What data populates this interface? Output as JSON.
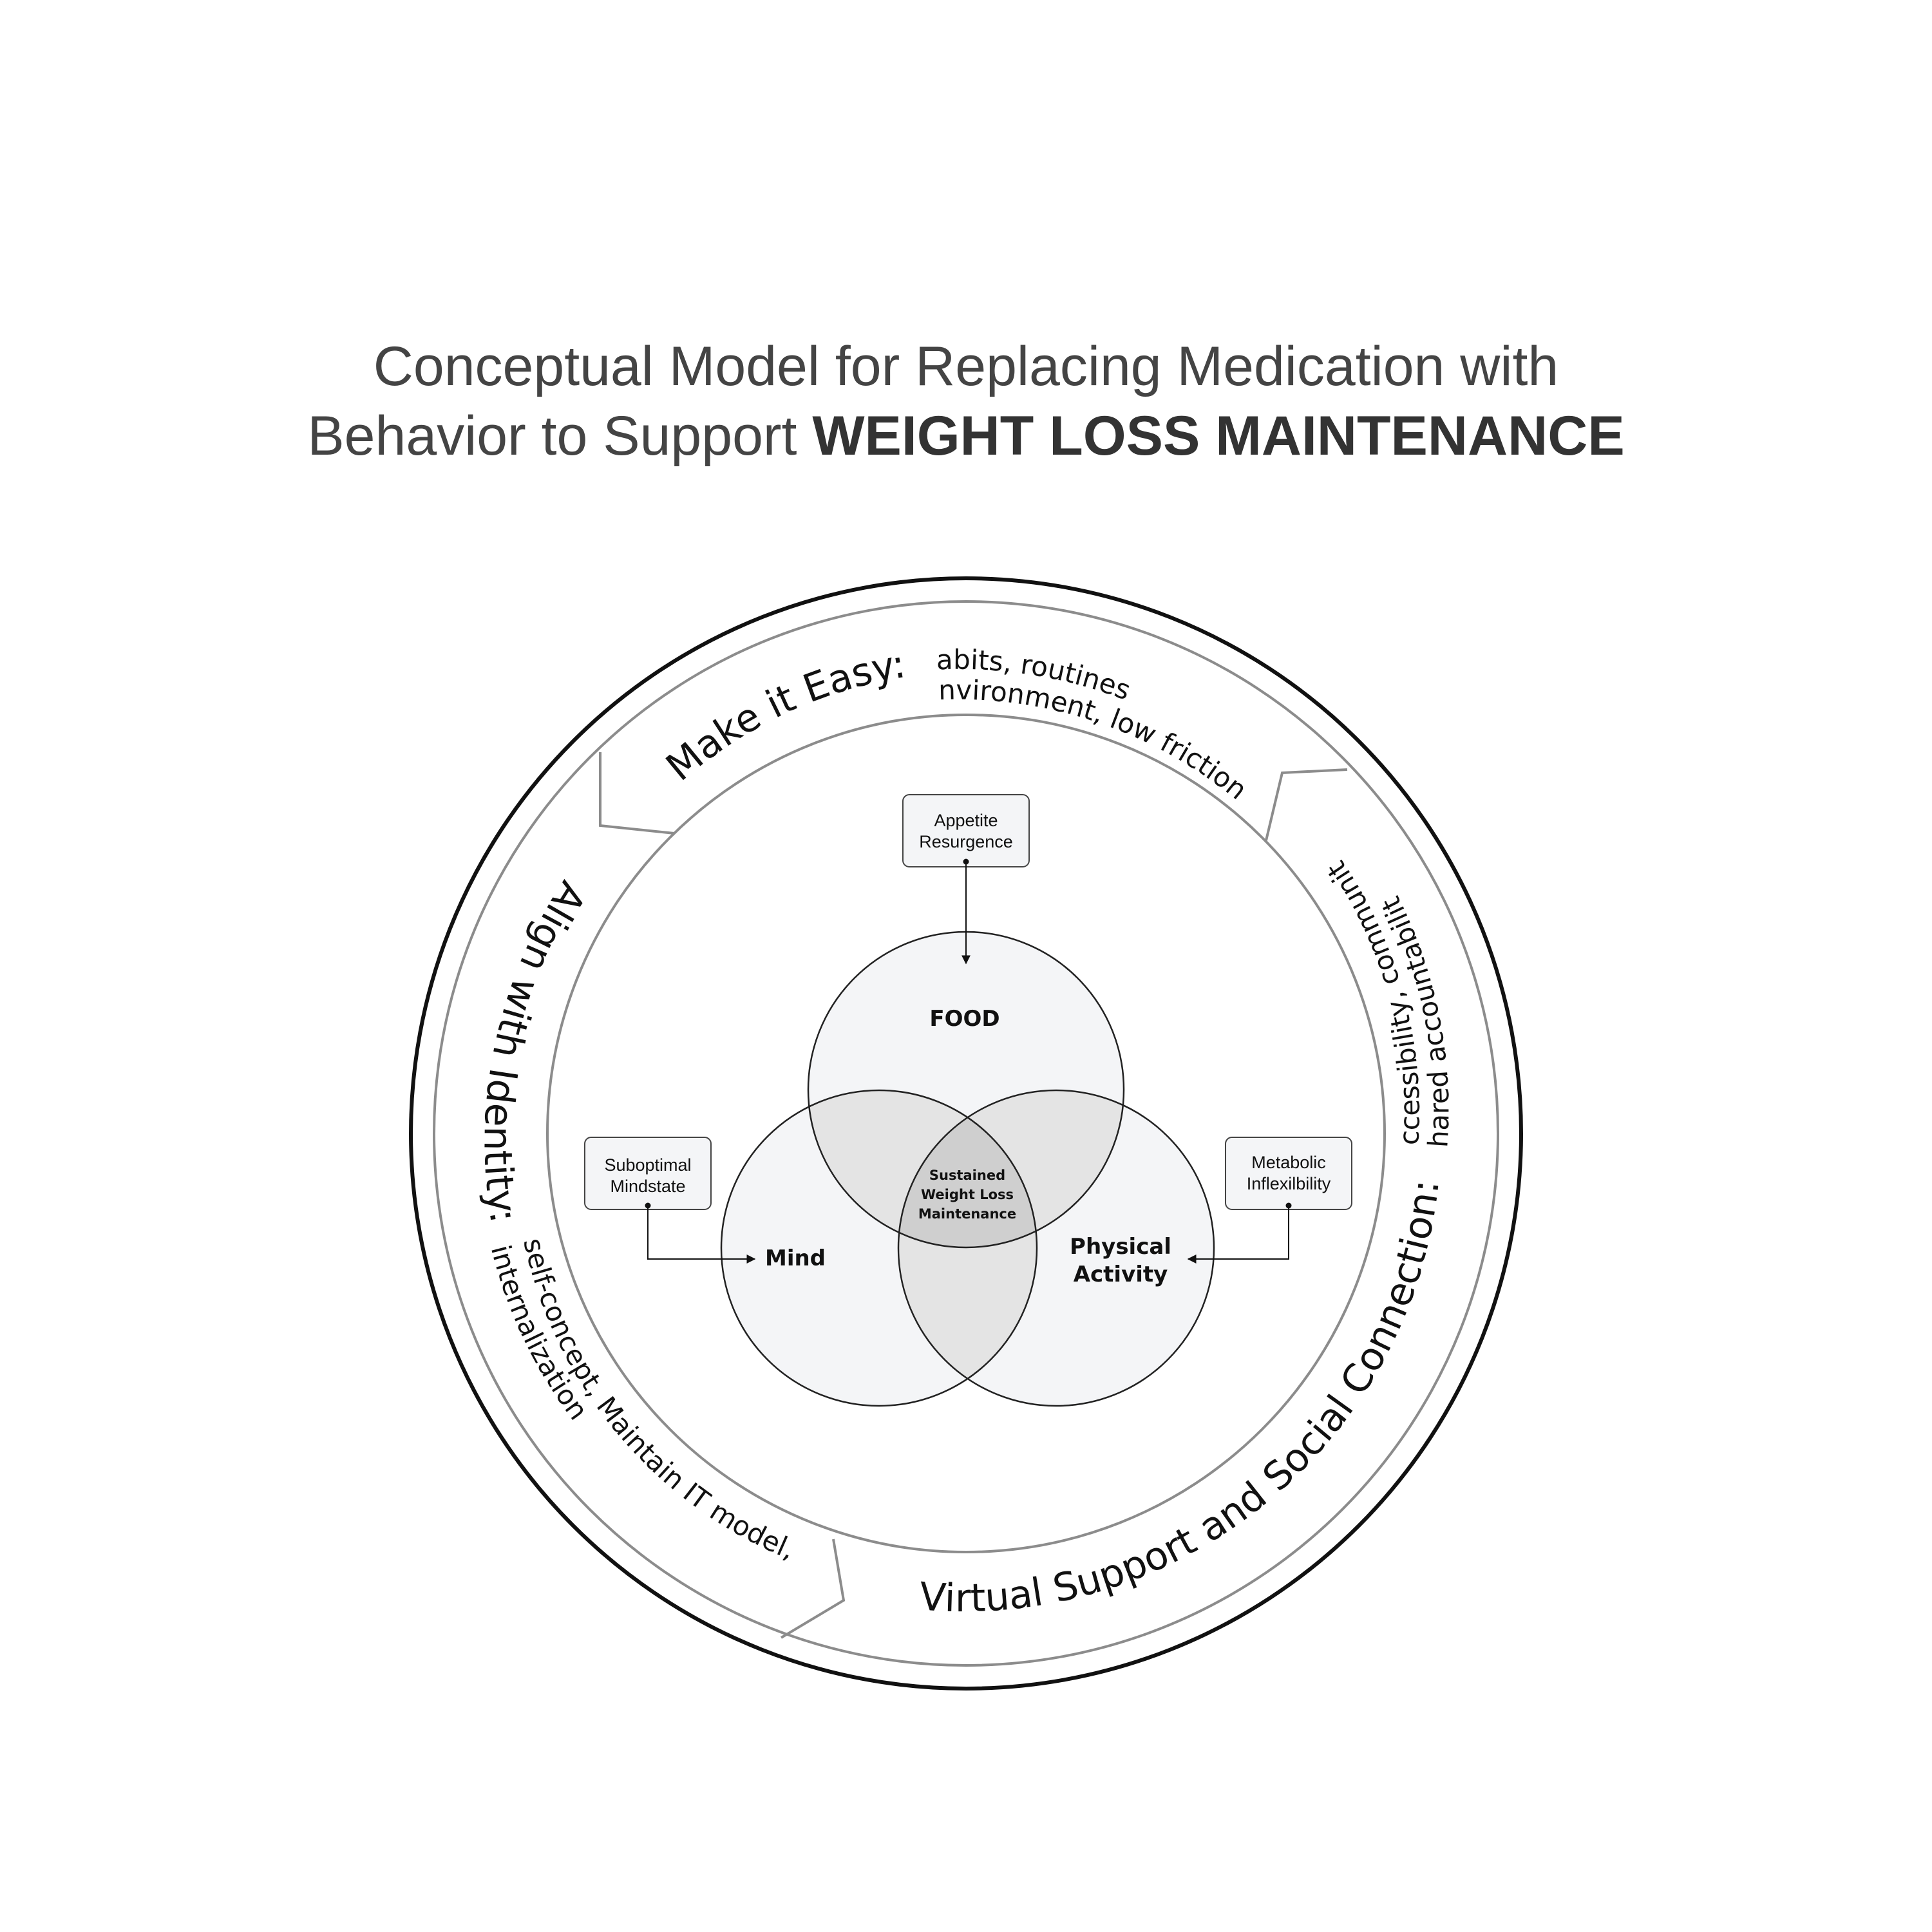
{
  "title": {
    "line1": "Conceptual Model for Replacing Medication with",
    "line2_prefix": "Behavior to Support ",
    "line2_bold": "WEIGHT LOSS MAINTENANCE"
  },
  "ring_sections": {
    "make_it_easy": {
      "heading": "Make it Easy:",
      "detail_line1": "habits, routines,",
      "detail_line2": "environment, low friction"
    },
    "virtual_support": {
      "heading": "Virtual Support and Social Connection:",
      "detail_line1": "accessibility, community,",
      "detail_line2": "shared accountability"
    },
    "align_identity": {
      "heading": "Align with Identity:",
      "detail_line1": "self-concept, Maintain IT model,",
      "detail_line2": "internalization"
    }
  },
  "venn": {
    "food": "FOOD",
    "mind": "Mind",
    "physical_line1": "Physical",
    "physical_line2": "Activity",
    "center_line1": "Sustained",
    "center_line2": "Weight Loss",
    "center_line3": "Maintenance"
  },
  "factors": {
    "appetite_line1": "Appetite",
    "appetite_line2": "Resurgence",
    "mindstate_line1": "Suboptimal",
    "mindstate_line2": "Mindstate",
    "metabolic_line1": "Metabolic",
    "metabolic_line2": "Inflexilbility"
  },
  "colors": {
    "outer_ring": "#111111",
    "inner_rings": "#8c8c8c",
    "circle_fill": "#f4f5f7",
    "overlap_pair": "#e4e4e4",
    "overlap_center": "#cfcfcf"
  }
}
